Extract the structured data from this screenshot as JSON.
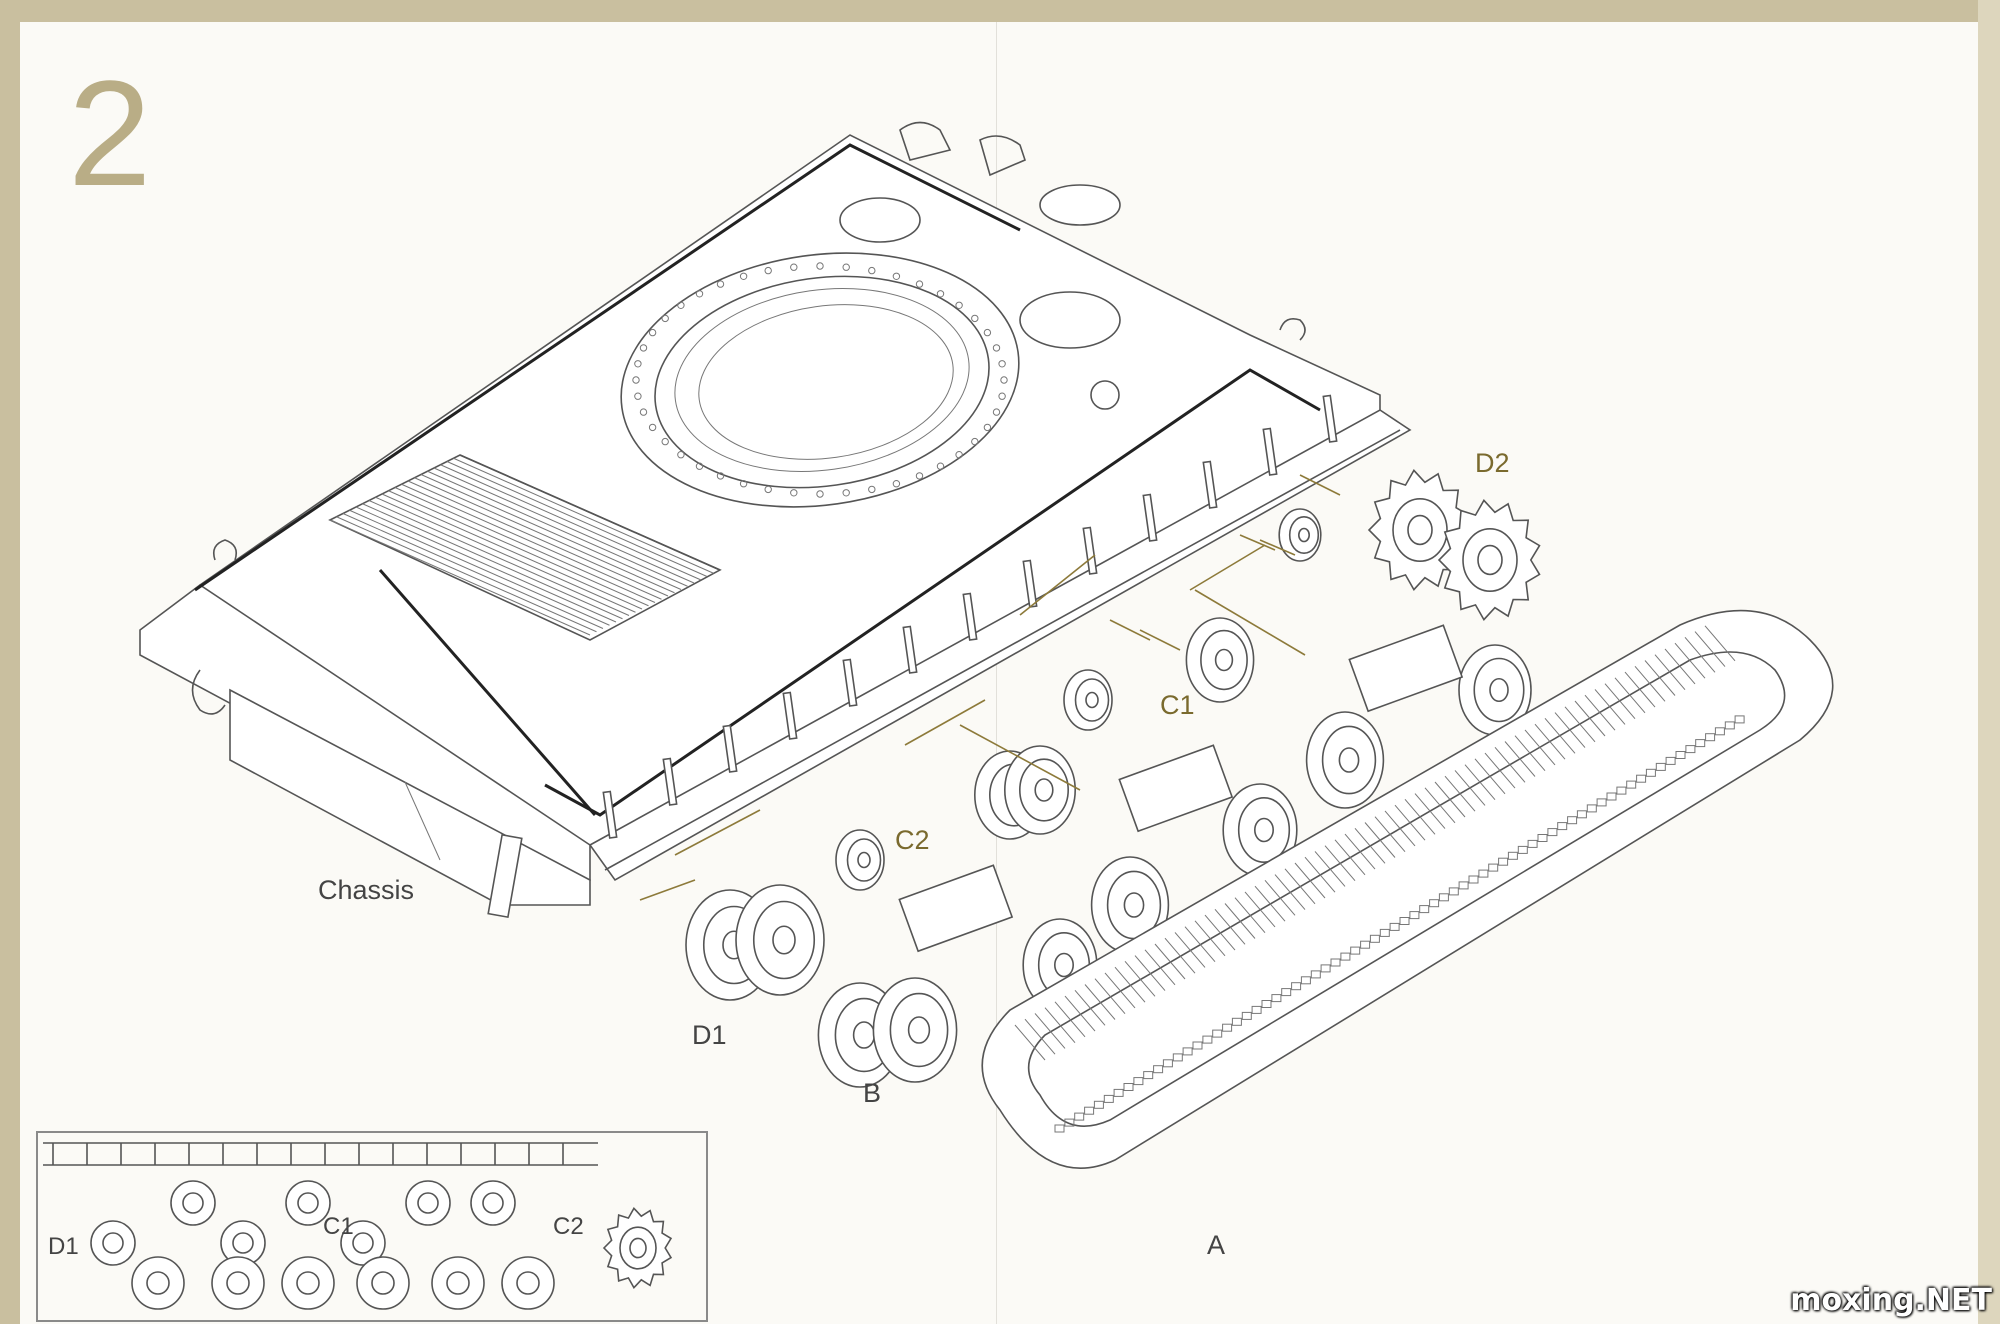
{
  "step": {
    "number": "2"
  },
  "labels": {
    "chassis": "Chassis",
    "d2": "D2",
    "c1": "C1",
    "c2": "C2",
    "d1": "D1",
    "b": "B",
    "a": "A"
  },
  "inset": {
    "d1": "D1",
    "c1": "C1",
    "c2": "C2"
  },
  "watermark": "moxing.NET",
  "colors": {
    "accent": "#b9ad86",
    "label_gold": "#7a6a2e",
    "border": "#c9bf9f"
  }
}
